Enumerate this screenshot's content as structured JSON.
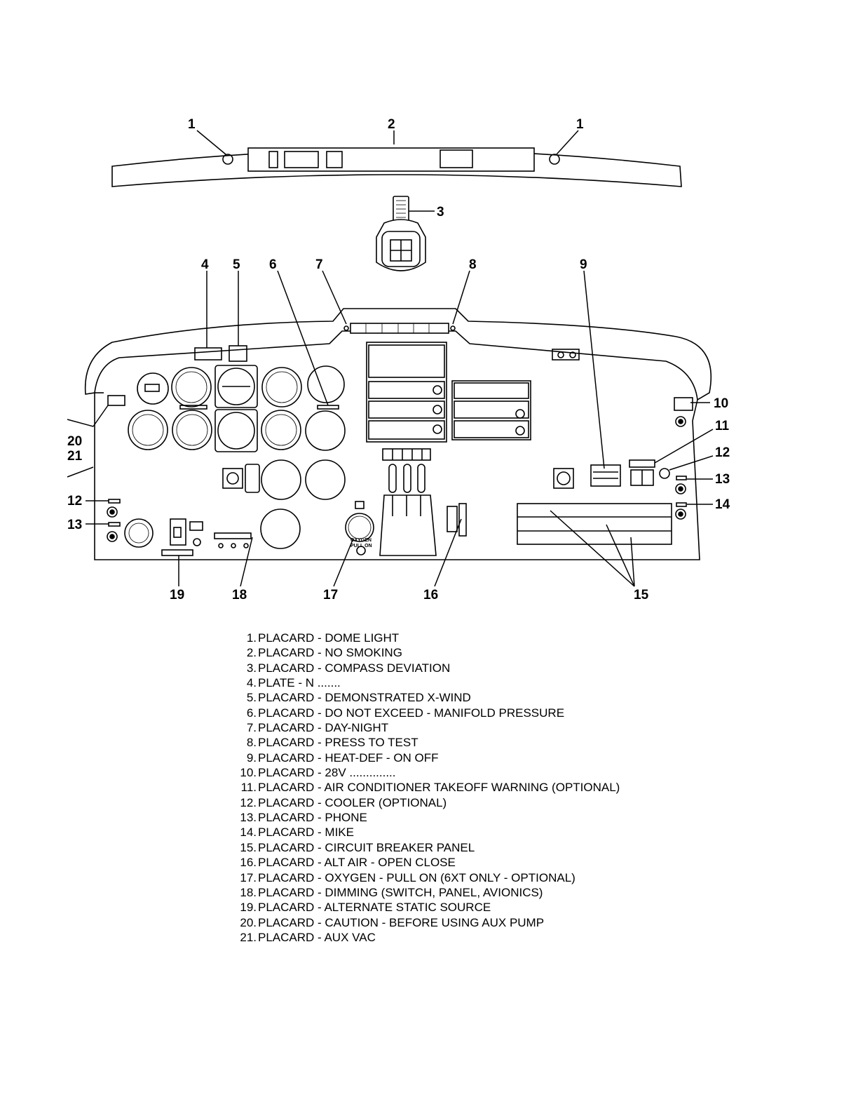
{
  "callouts": [
    "1",
    "2",
    "1",
    "3",
    "4",
    "5",
    "6",
    "7",
    "8",
    "9",
    "10",
    "11",
    "12",
    "13",
    "14",
    "20",
    "21",
    "12",
    "13",
    "19",
    "18",
    "17",
    "16",
    "15"
  ],
  "panel_text": {
    "oxygen": "OXYGEN",
    "pull_on": "PULL ON"
  },
  "legend": [
    {
      "num": "1.",
      "text": "PLACARD - DOME LIGHT"
    },
    {
      "num": "2.",
      "text": "PLACARD - NO SMOKING"
    },
    {
      "num": "3.",
      "text": "PLACARD - COMPASS DEVIATION"
    },
    {
      "num": "4.",
      "text": "PLATE - N ......."
    },
    {
      "num": "5.",
      "text": "PLACARD - DEMONSTRATED X-WIND"
    },
    {
      "num": "6.",
      "text": "PLACARD - DO NOT EXCEED - MANIFOLD PRESSURE"
    },
    {
      "num": "7.",
      "text": "PLACARD - DAY-NIGHT"
    },
    {
      "num": "8.",
      "text": "PLACARD - PRESS TO TEST"
    },
    {
      "num": "9.",
      "text": "PLACARD - HEAT-DEF - ON OFF"
    },
    {
      "num": "10.",
      "text": "PLACARD - 28V .............."
    },
    {
      "num": "11.",
      "text": "PLACARD - AIR CONDITIONER TAKEOFF WARNING (OPTIONAL)"
    },
    {
      "num": "12.",
      "text": "PLACARD - COOLER (OPTIONAL)"
    },
    {
      "num": "13.",
      "text": "PLACARD - PHONE"
    },
    {
      "num": "14.",
      "text": "PLACARD - MIKE"
    },
    {
      "num": "15.",
      "text": "PLACARD - CIRCUIT BREAKER PANEL"
    },
    {
      "num": "16.",
      "text": "PLACARD - ALT AIR - OPEN CLOSE"
    },
    {
      "num": "17.",
      "text": "PLACARD - OXYGEN - PULL ON (6XT ONLY - OPTIONAL)"
    },
    {
      "num": "18.",
      "text": "PLACARD - DIMMING (SWITCH, PANEL, AVIONICS)"
    },
    {
      "num": "19.",
      "text": "PLACARD - ALTERNATE STATIC SOURCE"
    },
    {
      "num": "20.",
      "text": "PLACARD - CAUTION - BEFORE USING AUX PUMP"
    },
    {
      "num": "21.",
      "text": "PLACARD - AUX VAC"
    }
  ]
}
